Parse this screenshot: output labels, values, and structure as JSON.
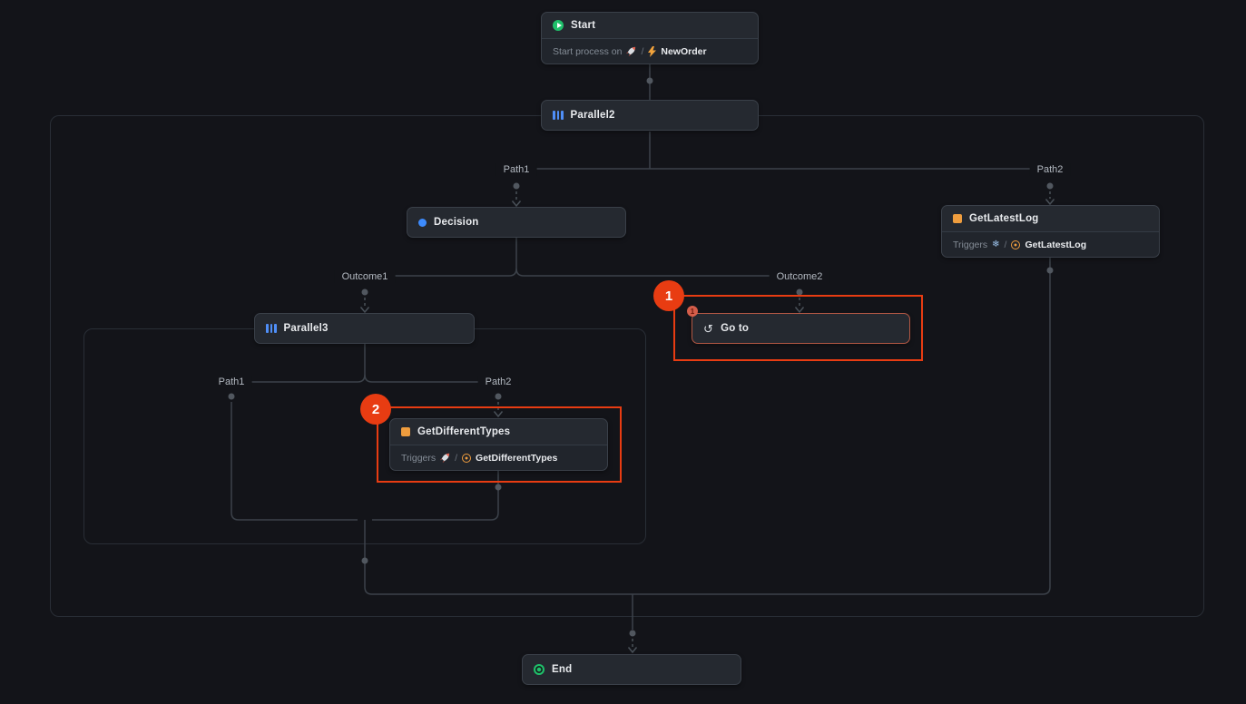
{
  "nodes": {
    "start": {
      "title": "Start",
      "subtitle_prefix": "Start process on",
      "separator": "/",
      "subtitle_value": "NewOrder"
    },
    "parallel2": {
      "title": "Parallel2"
    },
    "decision": {
      "title": "Decision"
    },
    "getlatestlog": {
      "title": "GetLatestLog",
      "subtitle_prefix": "Triggers",
      "separator": "/",
      "subtitle_value": "GetLatestLog"
    },
    "parallel3": {
      "title": "Parallel3"
    },
    "goto": {
      "title": "Go to",
      "badge": "1"
    },
    "getdifferenttypes": {
      "title": "GetDifferentTypes",
      "subtitle_prefix": "Triggers",
      "separator": "/",
      "subtitle_value": "GetDifferentTypes"
    },
    "end": {
      "title": "End"
    }
  },
  "edge_labels": {
    "path1_top": "Path1",
    "path2_top": "Path2",
    "outcome1": "Outcome1",
    "outcome2": "Outcome2",
    "path1_inner": "Path1",
    "path2_inner": "Path2"
  },
  "annotations": [
    {
      "number": "1"
    },
    {
      "number": "2"
    }
  ],
  "colors": {
    "canvas_bg": "#131419",
    "node_bg": "#252930",
    "annotation_red": "#e83c12",
    "goto_border_red": "#b35844",
    "action_orange": "#ef9d3e",
    "parallel_blue": "#4f8ef7",
    "decision_blue": "#3d8bfd",
    "start_green": "#1fc06a",
    "wire_gray": "#3c424a"
  }
}
